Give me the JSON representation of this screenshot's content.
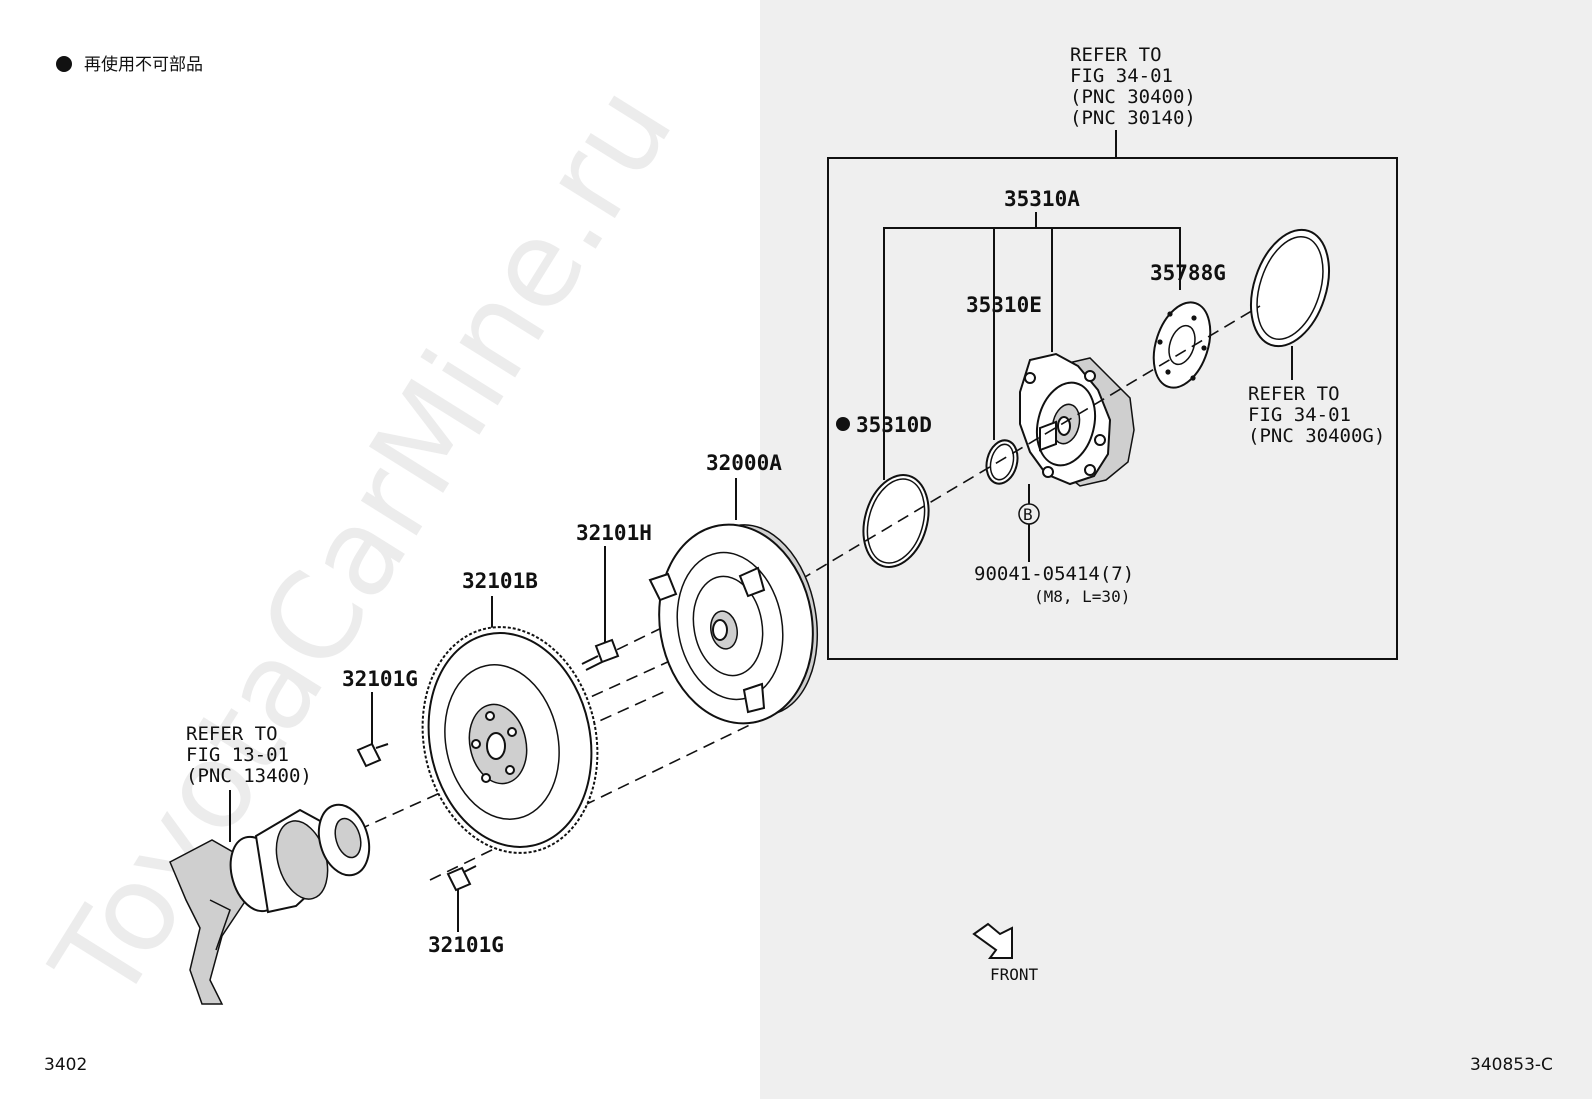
{
  "legend": {
    "symbol": "●",
    "text": "再使用不可部品"
  },
  "watermark": "ToyotaCarMine.ru",
  "refer_top": [
    "REFER TO",
    "FIG 34-01",
    "(PNC 30400)",
    "(PNC 30140)"
  ],
  "refer_right": [
    "REFER TO",
    "FIG 34-01",
    "(PNC 30400G)"
  ],
  "refer_left": [
    "REFER TO",
    "FIG 13-01",
    "(PNC 13400)"
  ],
  "parts": {
    "p35310A": "35310A",
    "p35310E": "35310E",
    "p35788G": "35788G",
    "p35310D": "35310D",
    "p35310D_marker": "●",
    "p32000A": "32000A",
    "p32101H": "32101H",
    "p32101B": "32101B",
    "p32101G_top": "32101G",
    "p32101G_bottom": "32101G",
    "bolt_callout_marker": "B",
    "bolt_part": "90041-05414(7)",
    "bolt_spec": "(M8, L=30)"
  },
  "front_label": "FRONT",
  "corner_left": "3402",
  "corner_right": "340853-C"
}
